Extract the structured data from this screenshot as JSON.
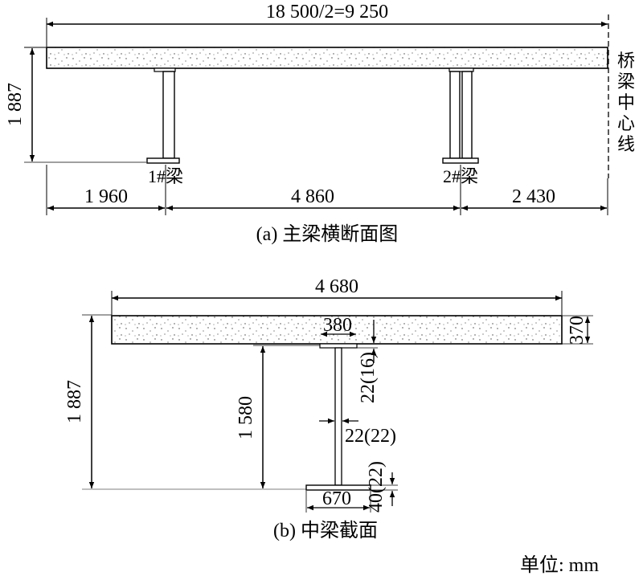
{
  "units_label": "单位: mm",
  "diagram_a": {
    "caption": "(a) 主梁横断面图",
    "total_width": "18 500/2=9 250",
    "height": "1 887",
    "spans": [
      "1 960",
      "4 860",
      "2 430"
    ],
    "girder_labels": [
      "1#梁",
      "2#梁"
    ],
    "centerline_label": [
      "桥",
      "梁",
      "中",
      "心",
      "线"
    ]
  },
  "diagram_b": {
    "caption": "(b) 中梁截面",
    "deck_width": "4 680",
    "total_height": "1 887",
    "web_height": "1 580",
    "top_flange_width": "380",
    "deck_thickness": "370",
    "top_flange_thickness": "22(16)",
    "web_thickness": "22(22)",
    "bottom_flange_thickness": "40(22)",
    "bottom_flange_width": "670"
  }
}
